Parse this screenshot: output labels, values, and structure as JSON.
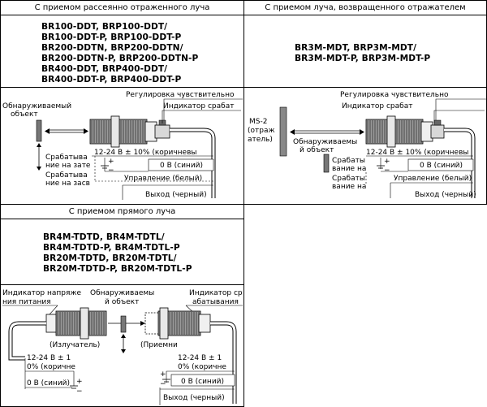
{
  "panel1": {
    "title": "С приемом рассеянно отраженного луча",
    "models": [
      "BR100-DDT, BRP100-DDT/",
      "BR100-DDT-P, BRP100-DDT-P",
      "BR200-DDTN, BRP200-DDTN/",
      "BR200-DDTN-P, BRP200-DDTN-P",
      "BR400-DDT, BRP400-DDT/",
      "BR400-DDT-P, BRP400-DDT-P"
    ],
    "labels": {
      "sensitivity": "Регулировка чувствительно",
      "indicator": "Индикатор срабат",
      "object_1": "Обнаруживаемый",
      "object_2": "объект",
      "dark_on_1": "Срабатыва",
      "dark_on_2": "ние на зате",
      "light_on_1": "Срабатыва",
      "light_on_2": "ние на засв",
      "supply": "12-24 В ± 10% (коричневы",
      "zero_v": "0 В (синий)",
      "control": "Управление (белый)",
      "output": "Выход (черный)",
      "plus": "+",
      "minus": "−"
    }
  },
  "panel2": {
    "title": "С приемом луча, возвращенного отражателем",
    "models": [
      "BR3M-MDT, BRP3M-MDT/",
      "BR3M-MDT-P, BRP3M-MDT-P"
    ],
    "labels": {
      "sensitivity": "Регулировка чувствительно",
      "indicator": "Индикатор срабат",
      "reflector_1": "MS-2",
      "reflector_2": "(отраж",
      "reflector_3": "атель)",
      "object_1": "Обнаруживаемы",
      "object_2": "й объект",
      "dark_on_1": "Срабаты",
      "dark_on_2": "вание на",
      "light_on_1": "Срабаты",
      "light_on_2": "вание на",
      "supply": "12-24 В ± 10% (коричневы",
      "zero_v": "0 В (синий)",
      "control": "Управление (белый)",
      "output": "Выход (черный)",
      "plus": "+",
      "minus": "−"
    }
  },
  "panel3": {
    "title": "С приемом прямого луча",
    "models": [
      "BR4M-TDTD, BR4M-TDTL/",
      "BR4M-TDTD-P, BR4M-TDTL-P",
      "BR20M-TDTD, BR20M-TDTL/",
      "BR20M-TDTD-P, BR20M-TDTL-P"
    ],
    "labels": {
      "power_ind_1": "Индикатор напряже",
      "power_ind_2": "ния питания",
      "object_1": "Обнаруживаемы",
      "object_2": "й объект",
      "op_ind_1": "Индикатор ср",
      "op_ind_2": "абатывания",
      "emitter": "(Излучатель)",
      "receiver": "(Приемни",
      "supply_l_1": "12-24 В ± 1",
      "supply_l_2": "0% (коричне",
      "zero_l": "0 В (синий)",
      "supply_r_1": "12-24 В ± 1",
      "supply_r_2": "0% (коричне",
      "zero_r": "0 В (синий)",
      "output": "Выход (черный)",
      "plus": "+",
      "minus": "−"
    }
  }
}
